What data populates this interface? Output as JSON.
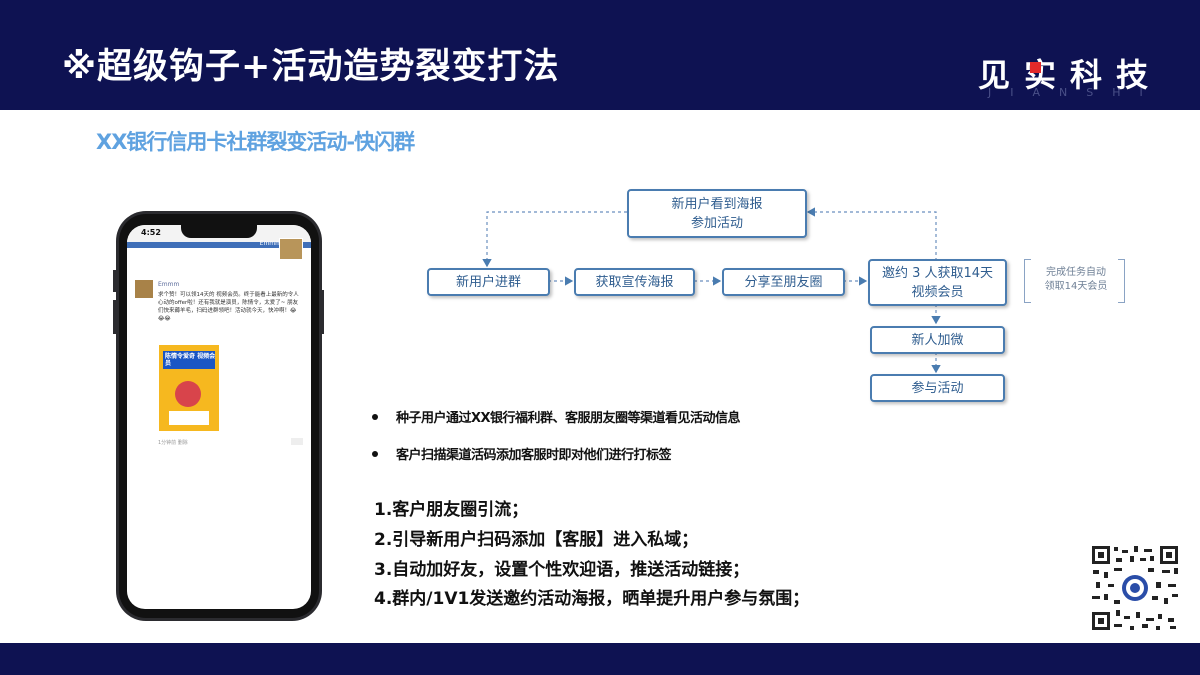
{
  "header": {
    "title": "※超级钩子+活动造势裂变打法",
    "brand": "见实科技",
    "brand_sub": "JIANSHI"
  },
  "subtitle": "XX银行信用卡社群裂变活动-快闪群",
  "phone": {
    "time": "4:52",
    "cover_name": "Emmm",
    "post_name": "Emmm",
    "post_text": "求个赞！可以领14天的 视频会员。终于能看上最新的令人心动的offer啦！还有我就是演员，陈情令，太爱了~ 朋友们快来薅羊毛，扫码进群领吧！活动就今天，快冲啊！😂😂😂",
    "poster_text": "陈情令爱奇 视频会员",
    "meta": "1分钟前   删除"
  },
  "flow": {
    "start": "新用户看到海报\n参加活动",
    "join": "新用户进群",
    "get_poster": "获取宣传海报",
    "share": "分享至朋友圈",
    "invite": "邀约 3 人获取14天\n视频会员",
    "add_friend": "新人加微",
    "participate": "参与活动",
    "note": "完成任务自动\n领取14天会员"
  },
  "bullets": [
    "种子用户通过XX银行福利群、客服朋友圈等渠道看见活动信息",
    "客户扫描渠道活码添加客服时即对他们进行打标签"
  ],
  "steps": [
    "1.客户朋友圈引流；",
    "2.引导新用户扫码添加【客服】进入私域；",
    "3.自动加好友，设置个性欢迎语，推送活动链接；",
    "4.群内/1V1发送邀约活动海报，晒单提升用户参与氛围；"
  ],
  "colors": {
    "header_bg": "#0e1252",
    "subtitle": "#5fa2e0",
    "flow_border": "#4a7cb0",
    "flow_text": "#2f5d8f",
    "brand_dot": "#e32a2a"
  }
}
